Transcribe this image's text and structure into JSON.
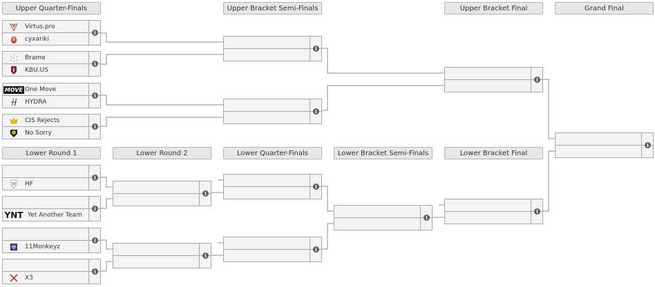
{
  "headers": {
    "uqf": "Upper Quarter-Finals",
    "ubsf": "Upper Bracket Semi-Finals",
    "ubf": "Upper Bracket Final",
    "gf": "Grand Final",
    "lr1": "Lower Round 1",
    "lr2": "Lower Round 2",
    "lqf": "Lower Quarter-Finals",
    "lbsf": "Lower Bracket Semi-Finals",
    "lbf": "Lower Bracket Final"
  },
  "teams": {
    "uqf1_top": "Virtus.pro",
    "uqf1_bot": "cyxariki",
    "uqf2_top": "Brame",
    "uqf2_bot": "KBU.US",
    "uqf3_top": "One Move",
    "uqf3_bot": "HYDRA",
    "uqf4_top": "CIS Rejects",
    "uqf4_bot": "No Sorry",
    "lr1_1_bot": "HF",
    "lr1_2_bot": "Yet Another Team",
    "lr1_3_bot": "11Monkeyz",
    "lr1_4_bot": "X3"
  },
  "logos": {
    "onemove_text": "MOVE",
    "ynt_text": "YNT"
  },
  "info_glyph": "i",
  "colors": {
    "header_bg": "#e7e7e7",
    "match_bg": "#f3f3f3",
    "border": "#a8a8a8",
    "info": "#5e5e5e",
    "connector": "#8c8c8c"
  }
}
